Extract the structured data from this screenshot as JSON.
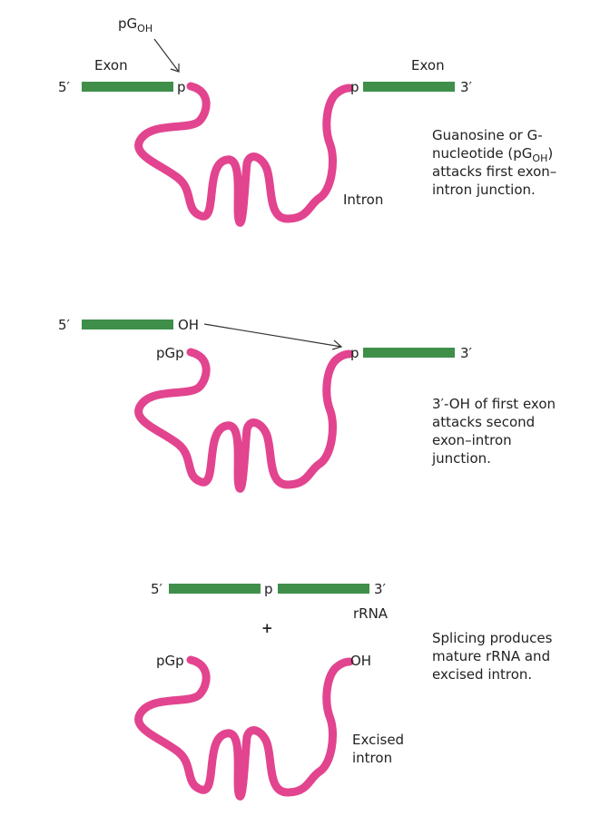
{
  "colors": {
    "exon": "#3f8f4a",
    "intron": "#e2448f",
    "text": "#222222"
  },
  "panel1": {
    "pgoh_main": "pG",
    "pgoh_sub": "OH",
    "exon_left_label": "Exon",
    "exon_right_label": "Exon",
    "five_prime": "5′",
    "three_prime": "3′",
    "p_left": "p",
    "p_right": "p",
    "intron_label": "Intron",
    "caption": {
      "line1": "Guanosine or G-",
      "line2_pre": "nucleotide (pG",
      "line2_sub": "OH",
      "line2_post": ")",
      "line3": "attacks first exon–",
      "line4": "intron junction."
    }
  },
  "panel2": {
    "five_prime": "5′",
    "three_prime": "3′",
    "oh": "OH",
    "pgp": "pGp",
    "p_right": "p",
    "caption": {
      "line1": "3′-OH of first exon",
      "line2": "attacks second",
      "line3": "exon–intron",
      "line4": "junction."
    }
  },
  "panel3": {
    "five_prime": "5′",
    "three_prime": "3′",
    "p_middle": "p",
    "rrna": "rRNA",
    "plus": "+",
    "pgp": "pGp",
    "oh": "OH",
    "excised_line1": "Excised",
    "excised_line2": "intron",
    "caption": {
      "line1": "Splicing produces",
      "line2": "mature rRNA and",
      "line3": "excised intron."
    }
  }
}
